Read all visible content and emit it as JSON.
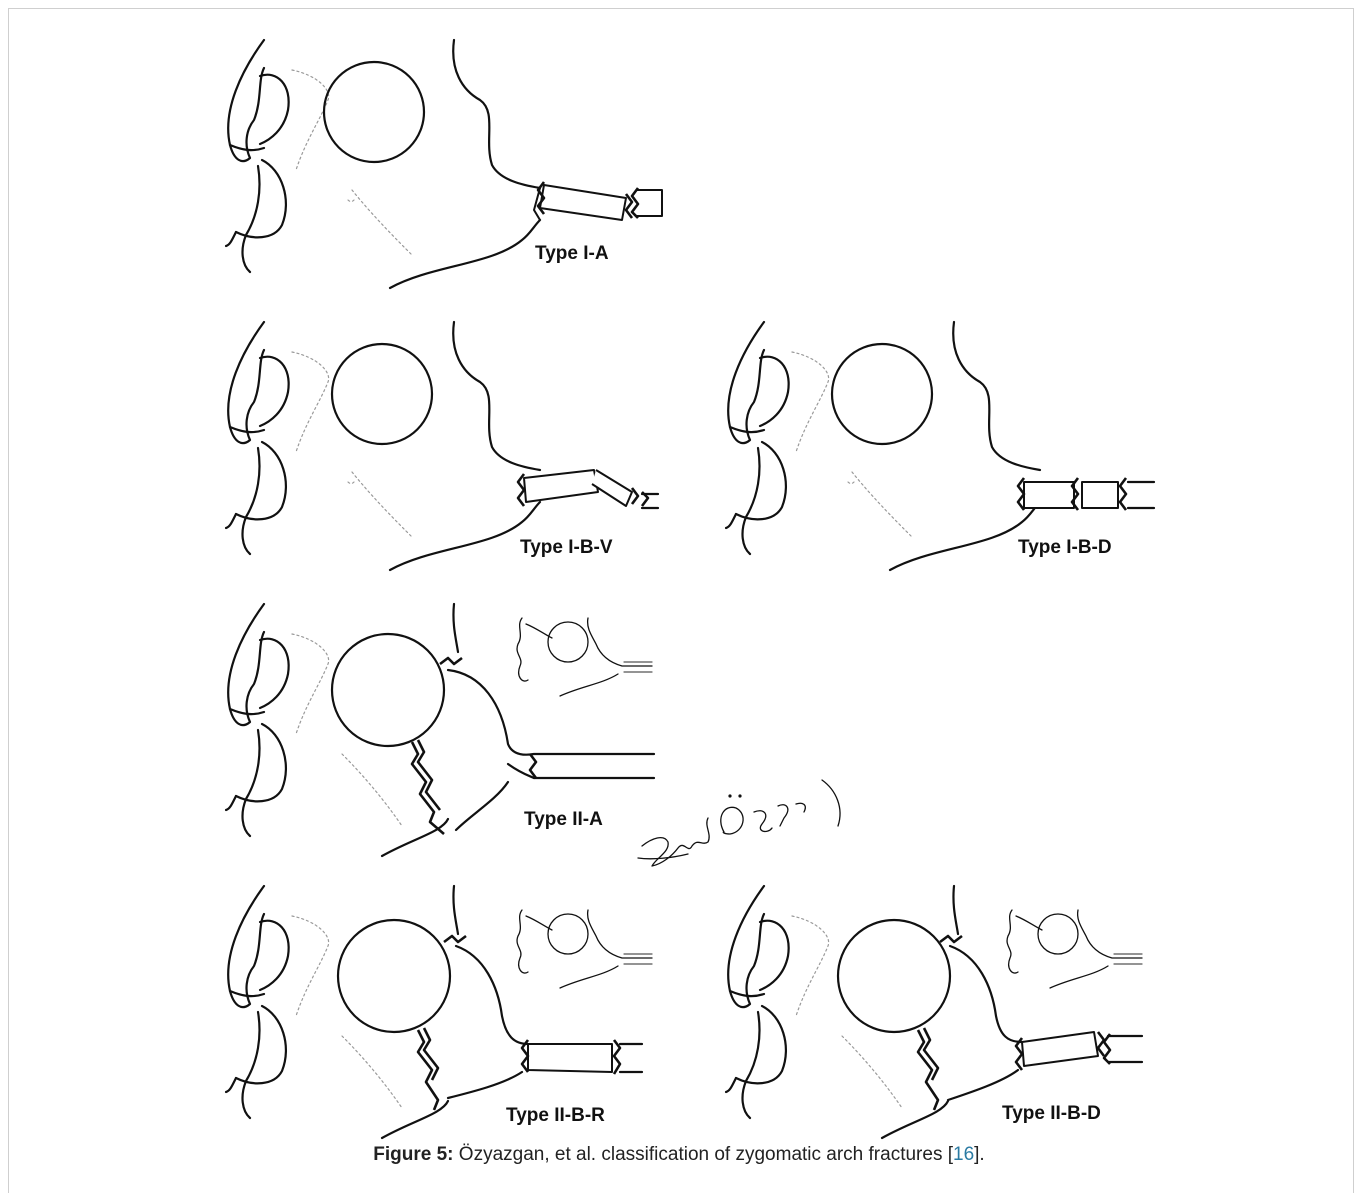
{
  "panels": [
    {
      "id": "type-1a",
      "label": "Type I-A"
    },
    {
      "id": "type-1bv",
      "label": "Type I-B-V"
    },
    {
      "id": "type-1bd",
      "label": "Type I-B-D"
    },
    {
      "id": "type-2a",
      "label": "Type II-A"
    },
    {
      "id": "type-2br",
      "label": "Type II-B-R"
    },
    {
      "id": "type-2bd",
      "label": "Type II-B-D"
    }
  ],
  "caption": {
    "figure": "Figure 5:",
    "text": " Özyazgan, et al. classification of zygomatic arch fractures [",
    "ref": "16",
    "end": "]."
  }
}
